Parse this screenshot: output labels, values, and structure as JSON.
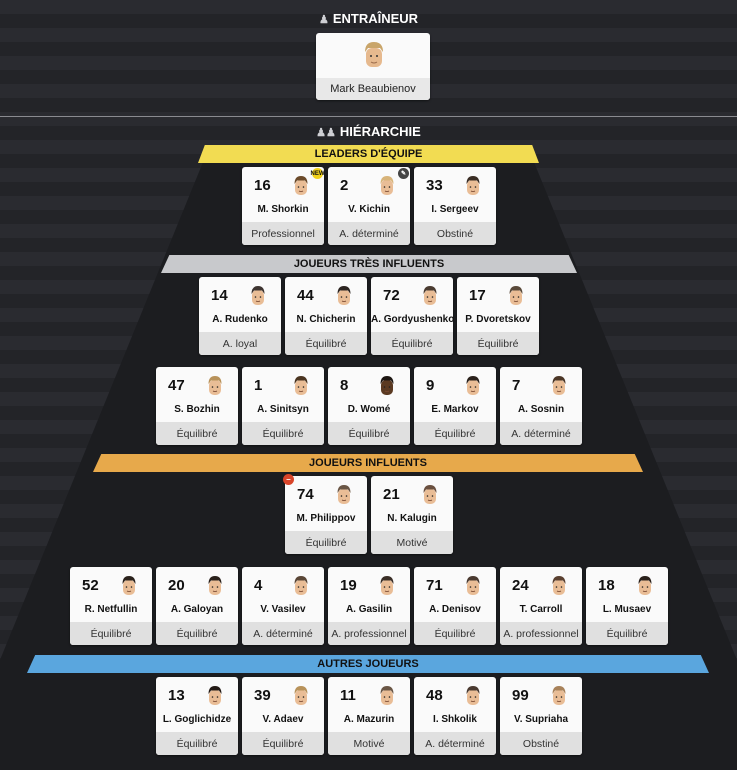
{
  "coach": {
    "title": "ENTRAÎNEUR",
    "name": "Mark Beaubienov",
    "hair": "#c9a56a"
  },
  "hierarchy": {
    "title": "HIÉRARCHIE",
    "tiers": [
      {
        "label": "LEADERS D'ÉQUIPE",
        "color": "#f2dc52"
      },
      {
        "label": "JOUEURS TRÈS INFLUENTS",
        "color": "#c8c9cc"
      },
      {
        "label": "JOUEURS INFLUENTS",
        "color": "#e7a94b"
      },
      {
        "label": "AUTRES JOUEURS",
        "color": "#5aa6de"
      }
    ]
  },
  "rows": [
    [
      {
        "num": "16",
        "name": "M. Shorkin",
        "pers": "Professionnel",
        "hair": "#6b4a2a",
        "badge": "NEW"
      },
      {
        "num": "2",
        "name": "V. Kichin",
        "pers": "A. déterminé",
        "hair": "#d8b47a",
        "badge": "EXT"
      },
      {
        "num": "33",
        "name": "I. Sergeev",
        "pers": "Obstiné",
        "hair": "#3a2d24"
      }
    ],
    [
      {
        "num": "14",
        "name": "A. Rudenko",
        "pers": "A. loyal",
        "hair": "#3d3430"
      },
      {
        "num": "44",
        "name": "N. Chicherin",
        "pers": "Équilibré",
        "hair": "#2c2420"
      },
      {
        "num": "72",
        "name": "A. Gordyushenko",
        "pers": "Équilibré",
        "hair": "#4a3b30"
      },
      {
        "num": "17",
        "name": "P. Dvoretskov",
        "pers": "Équilibré",
        "hair": "#5a4a3a"
      }
    ],
    [
      {
        "num": "47",
        "name": "S. Bozhin",
        "pers": "Équilibré",
        "hair": "#b8925a"
      },
      {
        "num": "1",
        "name": "A. Sinitsyn",
        "pers": "Équilibré",
        "hair": "#4a3420"
      },
      {
        "num": "8",
        "name": "D. Womé",
        "pers": "Équilibré",
        "hair": "#1d1612",
        "skin": "#5b3a22"
      },
      {
        "num": "9",
        "name": "E. Markov",
        "pers": "Équilibré",
        "hair": "#2a211b"
      },
      {
        "num": "7",
        "name": "A. Sosnin",
        "pers": "A. déterminé",
        "hair": "#4b3626"
      }
    ],
    [
      {
        "num": "74",
        "name": "M. Philippov",
        "pers": "Équilibré",
        "hair": "#6a5645",
        "badge": "WARN"
      },
      {
        "num": "21",
        "name": "N. Kalugin",
        "pers": "Motivé",
        "hair": "#6a5040"
      }
    ],
    [
      {
        "num": "52",
        "name": "R. Netfullin",
        "pers": "Équilibré",
        "hair": "#2a211b"
      },
      {
        "num": "20",
        "name": "A. Galoyan",
        "pers": "Équilibré",
        "hair": "#2a211b"
      },
      {
        "num": "4",
        "name": "V. Vasilev",
        "pers": "A. déterminé",
        "hair": "#5a4636"
      },
      {
        "num": "19",
        "name": "A. Gasilin",
        "pers": "A. professionnel",
        "hair": "#3a2e26"
      },
      {
        "num": "71",
        "name": "A. Denisov",
        "pers": "Équilibré",
        "hair": "#4a3a30"
      },
      {
        "num": "24",
        "name": "T. Carroll",
        "pers": "A. professionnel",
        "hair": "#5a4030"
      },
      {
        "num": "18",
        "name": "L. Musaev",
        "pers": "Équilibré",
        "hair": "#2a211b"
      }
    ],
    [
      {
        "num": "13",
        "name": "L. Goglichidze",
        "pers": "Équilibré",
        "hair": "#241b16"
      },
      {
        "num": "39",
        "name": "V. Adaev",
        "pers": "Équilibré",
        "hair": "#b8925a"
      },
      {
        "num": "11",
        "name": "A. Mazurin",
        "pers": "Motivé",
        "hair": "#6a5645"
      },
      {
        "num": "48",
        "name": "I. Shkolik",
        "pers": "A. déterminé",
        "hair": "#4a3a30"
      },
      {
        "num": "99",
        "name": "V. Supriaha",
        "pers": "Obstiné",
        "hair": "#a8825a"
      }
    ]
  ]
}
